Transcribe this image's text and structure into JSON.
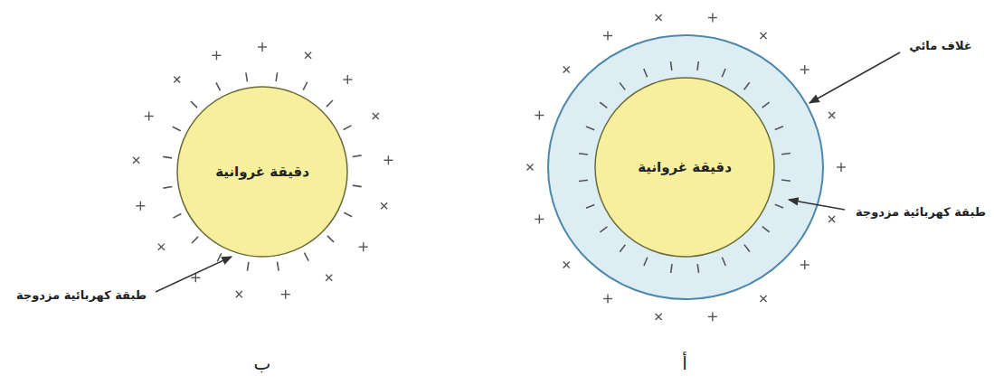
{
  "diagram": {
    "nodes": [
      {
        "text": [
          "دقيقة غروانية"
        ]
      },
      {
        "text": [
          "دقيقة غروانية"
        ]
      }
    ],
    "labels": [
      "غلاف مائي",
      "طبقة كهربائية مزدوجة",
      "أ",
      "طبقة كهربائية مزدوجة",
      "ب"
    ]
  }
}
